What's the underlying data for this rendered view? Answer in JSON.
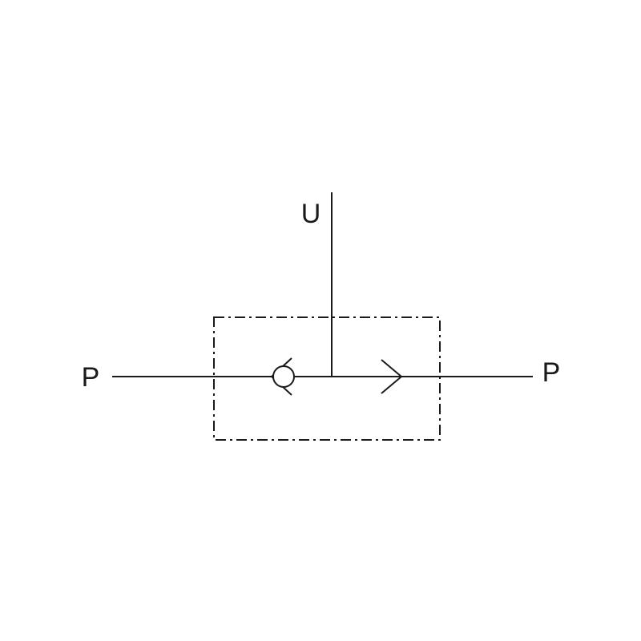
{
  "diagram": {
    "title": "pilot-operated-check-valve-schematic",
    "background_color": "#ffffff",
    "line_color": "#1a1a1a",
    "labels": {
      "port_u": "U",
      "port_p_left": "P",
      "port_p_right": "P"
    },
    "symbols": [
      "valve-envelope-dash-dot-box",
      "check-valve-ball-and-seat",
      "flow-direction-arrow"
    ]
  }
}
